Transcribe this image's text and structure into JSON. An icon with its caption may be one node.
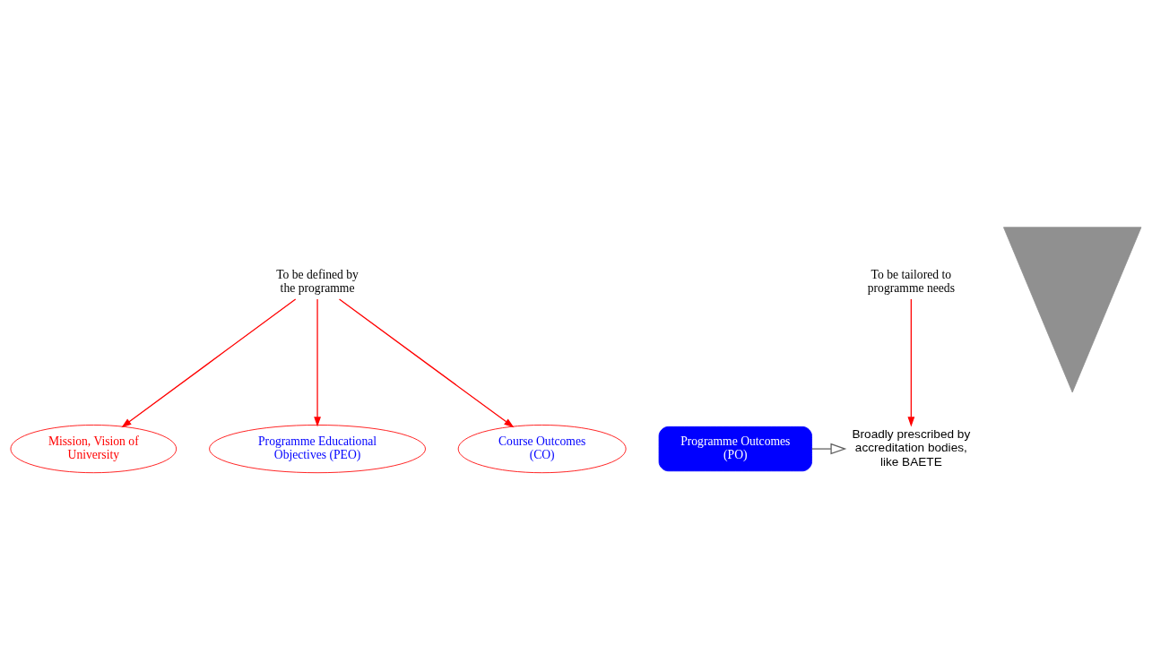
{
  "diagram": {
    "nodes": [
      {
        "text": [
          "To be defined by the programme"
        ]
      },
      {
        "text": [
          "Mission, Vision of University"
        ]
      },
      {
        "text": [
          "Programme Educational Objectives (PEO)"
        ]
      },
      {
        "text": [
          "Programme Outcomes (PO)"
        ]
      },
      {
        "text": [
          "Course Outcomes (CO)"
        ]
      },
      {
        "text": [
          "Broadly prescribed by accreditation bodies, like BAETE"
        ]
      },
      {
        "text": [
          "To be tailored to programme needs"
        ]
      },
      {
        "text": [],
        "shape": "triangle"
      }
    ],
    "edges": [
      {
        "from": 0,
        "to": 1,
        "arrow": "to"
      },
      {
        "from": 0,
        "to": 2,
        "arrow": "to"
      },
      {
        "from": 0,
        "to": 4,
        "arrow": "to"
      },
      {
        "from": 3,
        "to": 5,
        "arrow": "to",
        "color": "#606060"
      },
      {
        "from": 6,
        "to": 5,
        "arrow": "to"
      }
    ]
  }
}
